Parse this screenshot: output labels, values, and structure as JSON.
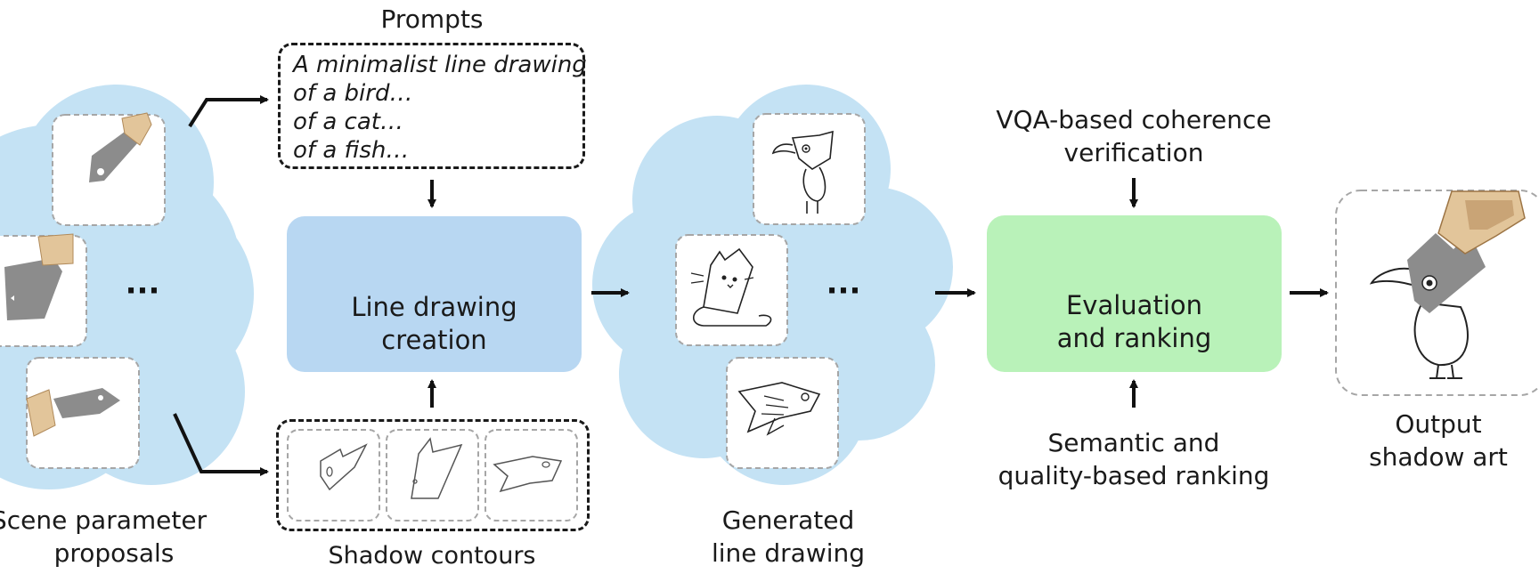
{
  "labels": {
    "prompts_title": "Prompts",
    "prompt_lines": [
      "A minimalist line drawing",
      "of a bird…",
      "of a cat…",
      "of a fish…"
    ],
    "creation_line1": "Line drawing",
    "creation_line2": "creation",
    "shadow_contours": "Shadow contours",
    "scene_line1": "Scene parameter",
    "scene_line2": "proposals",
    "generated_line1": "Generated",
    "generated_line2": "line drawing",
    "vqa_line1": "VQA-based coherence",
    "vqa_line2": "verification",
    "eval_line1": "Evaluation",
    "eval_line2": "and ranking",
    "semantic_line1": "Semantic and",
    "semantic_line2": "quality-based ranking",
    "output_line1": "Output",
    "output_line2": "shadow art",
    "ellipsis": "···"
  },
  "colors": {
    "cloud": "#c4e2f4",
    "creation_box": "#b8d7f2",
    "evaluation_box": "#b9f2b9",
    "arrow": "#111111",
    "thumb_border": "#a6a6a6",
    "shadow_gray": "#8c8c8c",
    "wood": "#e2c59a"
  },
  "icons": {
    "creation": "neural-network-icon",
    "evaluation": "medal-icon"
  }
}
